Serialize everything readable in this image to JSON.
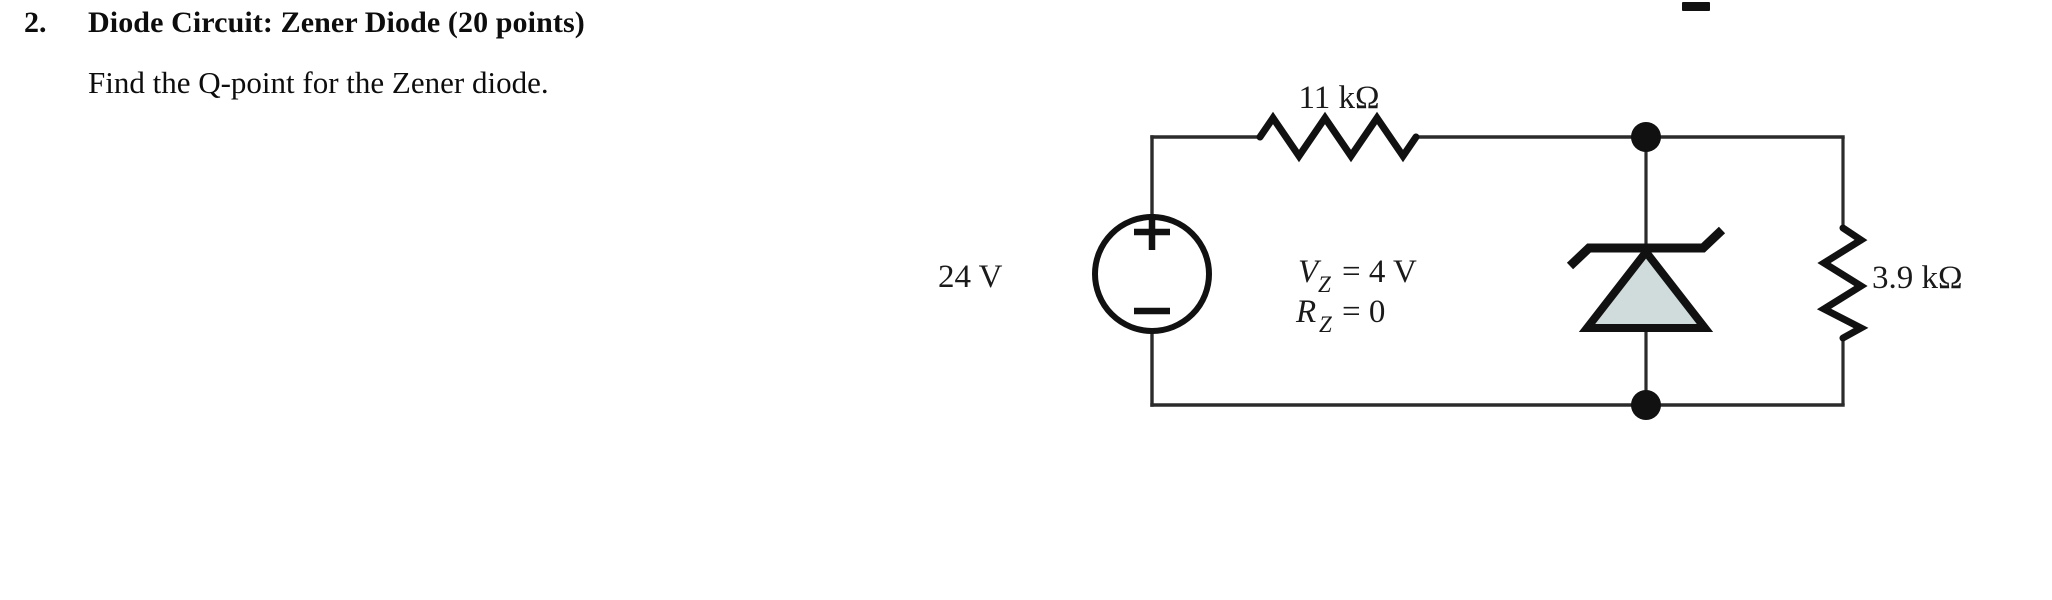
{
  "problem": {
    "number": "2.",
    "title": "Diode Circuit: Zener Diode (20 points)",
    "instruction": "Find the Q-point for the Zener diode."
  },
  "circuit": {
    "source": {
      "label": "24 V",
      "plus_sign": "+",
      "minus_sign": "−",
      "symbol_name": "voltage-source"
    },
    "series_resistor": {
      "label": "11 kΩ",
      "symbol_name": "resistor-zigzag"
    },
    "load_resistor": {
      "label": "3.9 kΩ",
      "symbol_name": "resistor-zigzag"
    },
    "zener": {
      "vz_var": "V",
      "vz_sub": "Z",
      "vz_value": "= 4 V",
      "rz_var": "R",
      "rz_sub": "Z",
      "rz_value": "= 0",
      "symbol_name": "zener-diode"
    },
    "colors": {
      "wire": "#2b2b2b",
      "ink": "#111111",
      "diode_fill": "#cfdcdb",
      "background": "#ffffff"
    }
  }
}
